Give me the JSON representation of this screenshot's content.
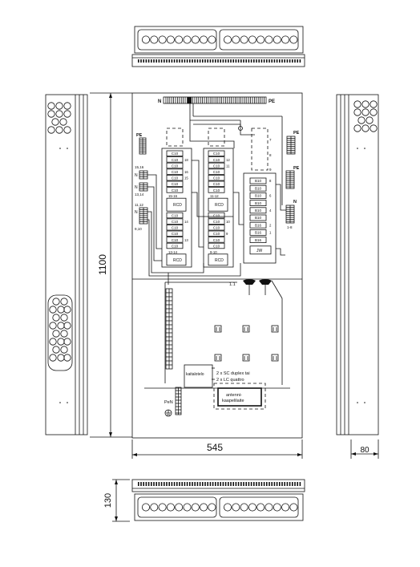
{
  "dimensions": {
    "height": "1100",
    "width": "545",
    "depth": "80",
    "top_view_depth": "130"
  },
  "top_labels": {
    "n": "N",
    "pe": "PE"
  },
  "left_terminals": {
    "pe": "PE",
    "g1_top": "15,16",
    "n1": "N",
    "g2": "13,14",
    "n2": "N",
    "g3_top": "11,12",
    "n3": "N",
    "g3_bottom": "9,10"
  },
  "right_terminals": {
    "pe_top": "PE",
    "pe_mid": "PE",
    "n": "N",
    "range": "1-8",
    "num_7": "7",
    "num_8": "8",
    "num_9": "9"
  },
  "column_a": {
    "modules": [
      "C10",
      "C10",
      "C10",
      "C10",
      "C10",
      "C10",
      "C10"
    ],
    "numbers": [
      "",
      "18",
      "",
      "16",
      "15",
      "",
      "",
      ""
    ],
    "range_label": "15-16",
    "rcd": "RCD",
    "modules_lower": [
      "C10",
      "C10",
      "C10",
      "C10",
      "C10",
      "C10"
    ],
    "numbers_lower": [
      "",
      "14",
      "",
      "",
      "13",
      ""
    ],
    "range_label_lower": "13-14",
    "rcd_lower": "RCD"
  },
  "column_b": {
    "modules": [
      "C10",
      "C10",
      "C10",
      "C10",
      "C10",
      "C10",
      "C10"
    ],
    "numbers": [
      "",
      "12",
      "11",
      "",
      "",
      "",
      "",
      ""
    ],
    "range_label": "11-12",
    "rcd": "RCD",
    "modules_lower": [
      "C10",
      "C10",
      "C10",
      "C10",
      "C10",
      "C10"
    ],
    "numbers_lower": [
      "",
      "10",
      "",
      "9",
      "",
      ""
    ],
    "range_label_lower": "9-10",
    "rcd_lower": "RCD"
  },
  "column_c": {
    "modules": [
      "B10",
      "B10",
      "B10",
      "B10",
      "B10",
      "B10",
      "B16",
      "B16",
      "B16"
    ],
    "numbers": [
      "8",
      "",
      "6",
      "",
      "4",
      "",
      "2",
      "1",
      ""
    ],
    "jw_label": "JW"
  },
  "lower_panel": {
    "switch_label": "1.1",
    "kaapeli_label": "kaitalotelo",
    "cable_spec_1": "2 x SC duplex tai",
    "cable_spec_2": "2 x LC quattro",
    "box_label_1": "antenni-",
    "box_label_2": "kaapelilaite",
    "pen_label": "PeN"
  }
}
